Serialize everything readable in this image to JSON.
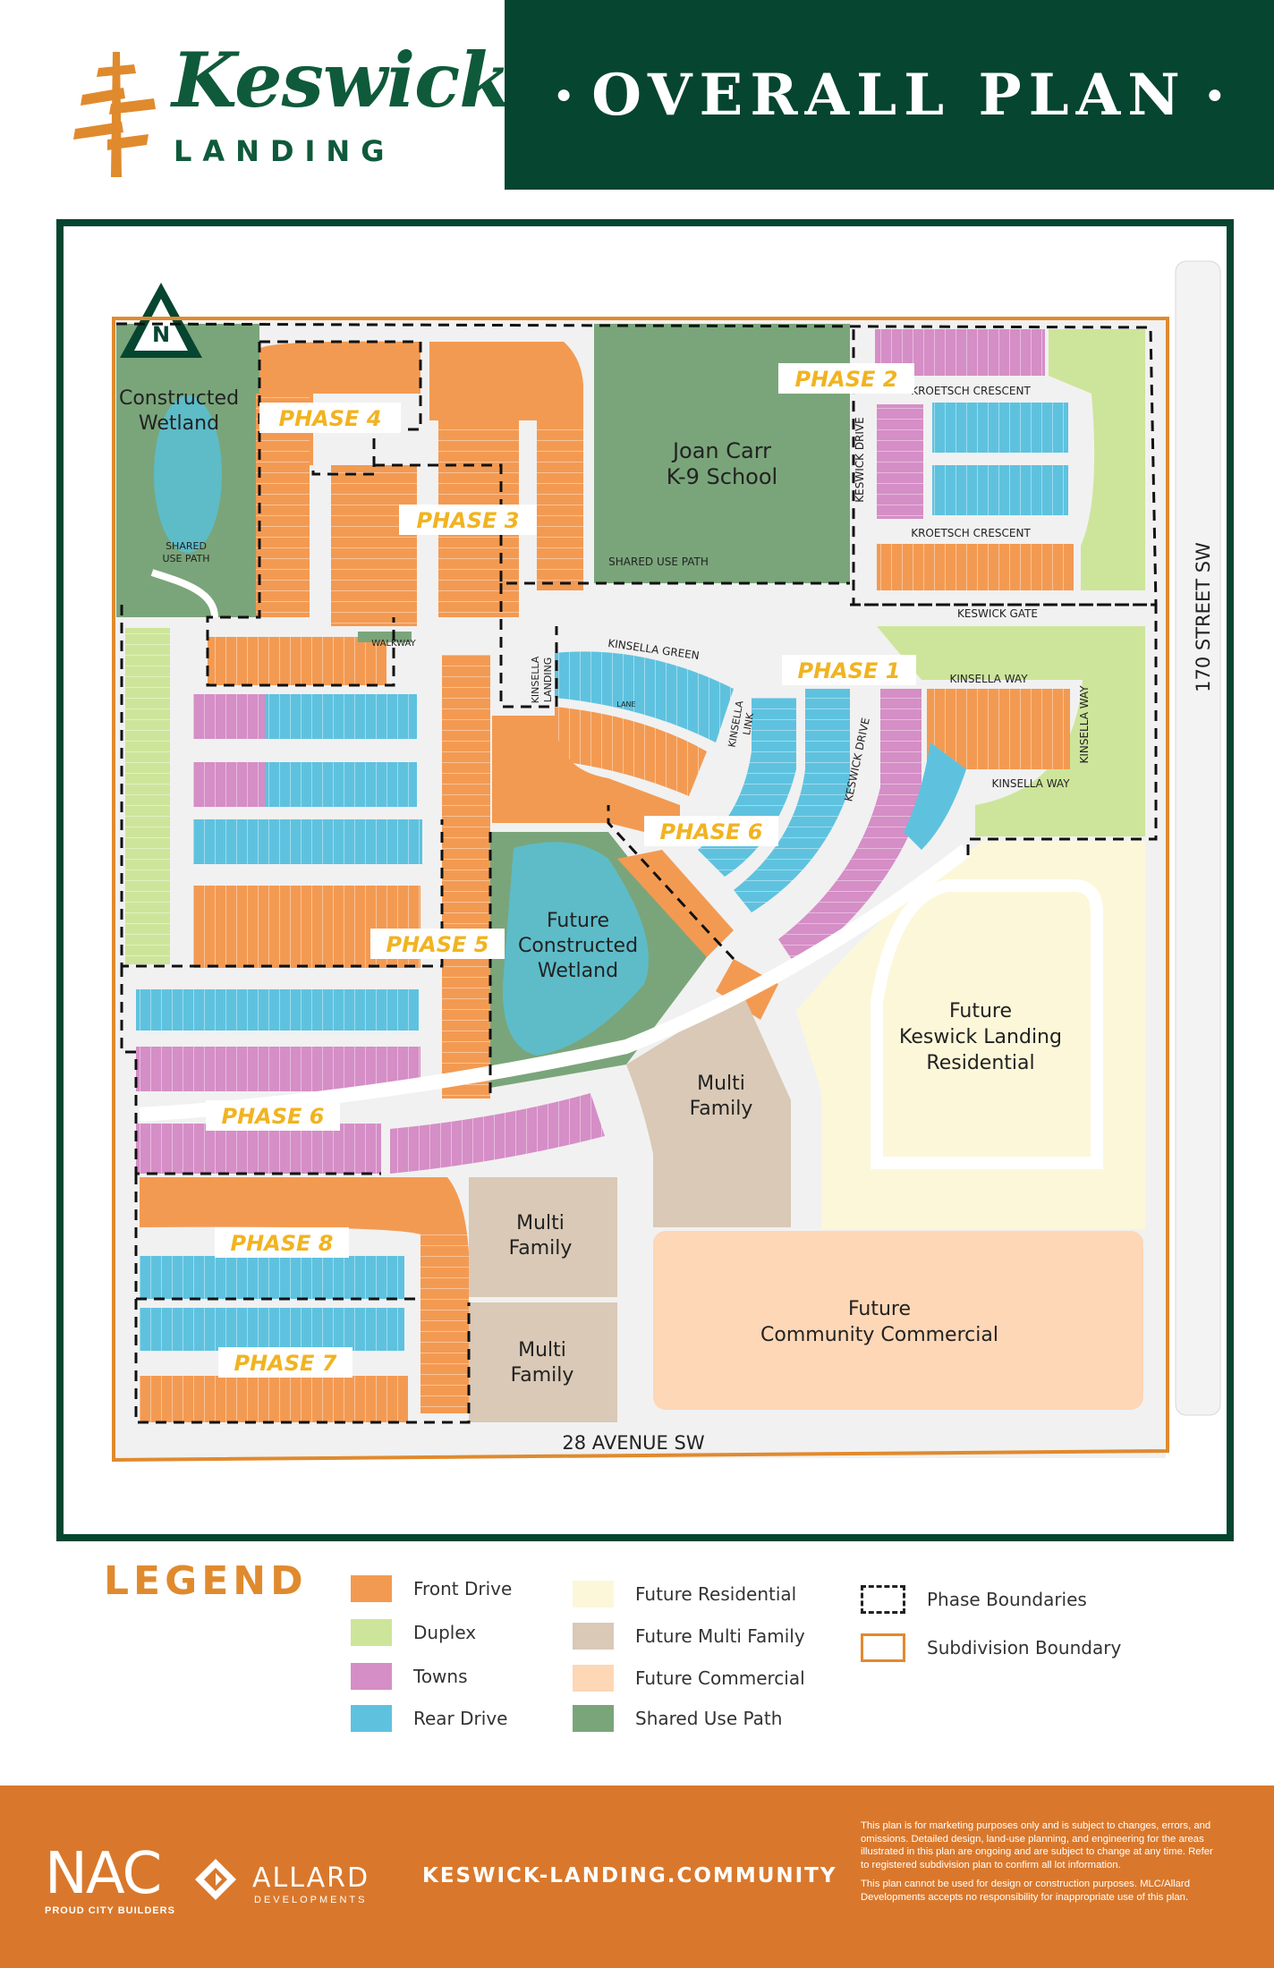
{
  "header": {
    "logo_word": "Keswick",
    "logo_sub": "LANDING",
    "title": "OVERALL PLAN"
  },
  "map": {
    "north": "N",
    "areas": {
      "constructed_wetland": [
        "Constructed",
        "Wetland"
      ],
      "school": [
        "Joan Carr",
        "K-9 School"
      ],
      "future_wetland": [
        "Future",
        "Constructed",
        "Wetland"
      ],
      "multi_family_1": [
        "Multi",
        "Family"
      ],
      "multi_family_2": [
        "Multi",
        "Family"
      ],
      "multi_family_3": [
        "Multi",
        "Family"
      ],
      "future_residential": [
        "Future",
        "Keswick Landing",
        "Residential"
      ],
      "future_commercial": [
        "Future",
        "Community Commercial"
      ]
    },
    "phases": {
      "phase_1": "PHASE 1",
      "phase_2": "PHASE 2",
      "phase_3": "PHASE 3",
      "phase_4": "PHASE 4",
      "phase_5": "PHASE 5",
      "phase_6_north": "PHASE 6",
      "phase_6_south": "PHASE 6",
      "phase_7": "PHASE 7",
      "phase_8": "PHASE 8"
    },
    "streets": {
      "shared_use_path_wetland": [
        "SHARED",
        "USE PATH"
      ],
      "shared_use_path_school": "SHARED USE PATH",
      "walkway": "WALKWAY",
      "kroetsch_crescent_north": "KROETSCH CRESCENT",
      "kroetsch_crescent_south": "KROETSCH CRESCENT",
      "keswick_drive_north": "KESWICK DRIVE",
      "keswick_drive_south": "KESWICK DRIVE",
      "keswick_gate": "KESWICK GATE",
      "kinsella_green": "KINSELLA GREEN",
      "kinsella_landing": [
        "KINSELLA",
        "LANDING"
      ],
      "kinsella_link": [
        "KINSELLA",
        "LINK"
      ],
      "kinsella_way_north": "KINSELLA WAY",
      "kinsella_way_east": "KINSELLA WAY",
      "kinsella_way_south": "KINSELLA WAY",
      "lane": "LANE",
      "street_170": "170 STREET SW",
      "avenue_28": "28 AVENUE SW"
    },
    "colors": {
      "front_drive": "#f39a52",
      "duplex": "#cde59a",
      "towns": "#d58ec6",
      "rear_drive": "#5ec2df",
      "future_residential": "#fcf7d9",
      "future_multi_family": "#d9c9b6",
      "future_commercial": "#fdd7b6",
      "shared_use_path": "#7aa57a",
      "water": "#5dbcc8",
      "boundary": "#e08a2e",
      "phase_label": "#f1b321"
    }
  },
  "legend": {
    "title": "LEGEND",
    "items": [
      {
        "label": "Front Drive",
        "color": "#f39a52"
      },
      {
        "label": "Duplex",
        "color": "#cde59a"
      },
      {
        "label": "Towns",
        "color": "#d58ec6"
      },
      {
        "label": "Rear Drive",
        "color": "#5ec2df"
      },
      {
        "label": "Future Residential",
        "color": "#fcf7d9"
      },
      {
        "label": "Future Multi Family",
        "color": "#d9c9b6"
      },
      {
        "label": "Future Commercial",
        "color": "#fdd7b6"
      },
      {
        "label": "Shared Use Path",
        "color": "#7aa57a"
      },
      {
        "label": "Phase Boundaries",
        "color": "#222222"
      },
      {
        "label": "Subdivision Boundary",
        "color": "#e08a2e"
      }
    ]
  },
  "footer": {
    "nac": "NAC",
    "nac_sub": "PROUD CITY BUILDERS",
    "allard": "ALLARD",
    "allard_sub": "DEVELOPMENTS",
    "website": "KESWICK-LANDING.COMMUNITY",
    "disclaimer_1": "This plan is for marketing purposes only and is subject to changes, errors, and omissions. Detailed design, land-use planning, and engineering for the areas illustrated in this plan are ongoing and are subject to change at any time. Refer to registered subdivision plan to confirm all lot information.",
    "disclaimer_2": "This plan cannot be used for design or construction purposes. MLC/Allard Developments accepts no responsibility for inappropriate use of this plan."
  }
}
